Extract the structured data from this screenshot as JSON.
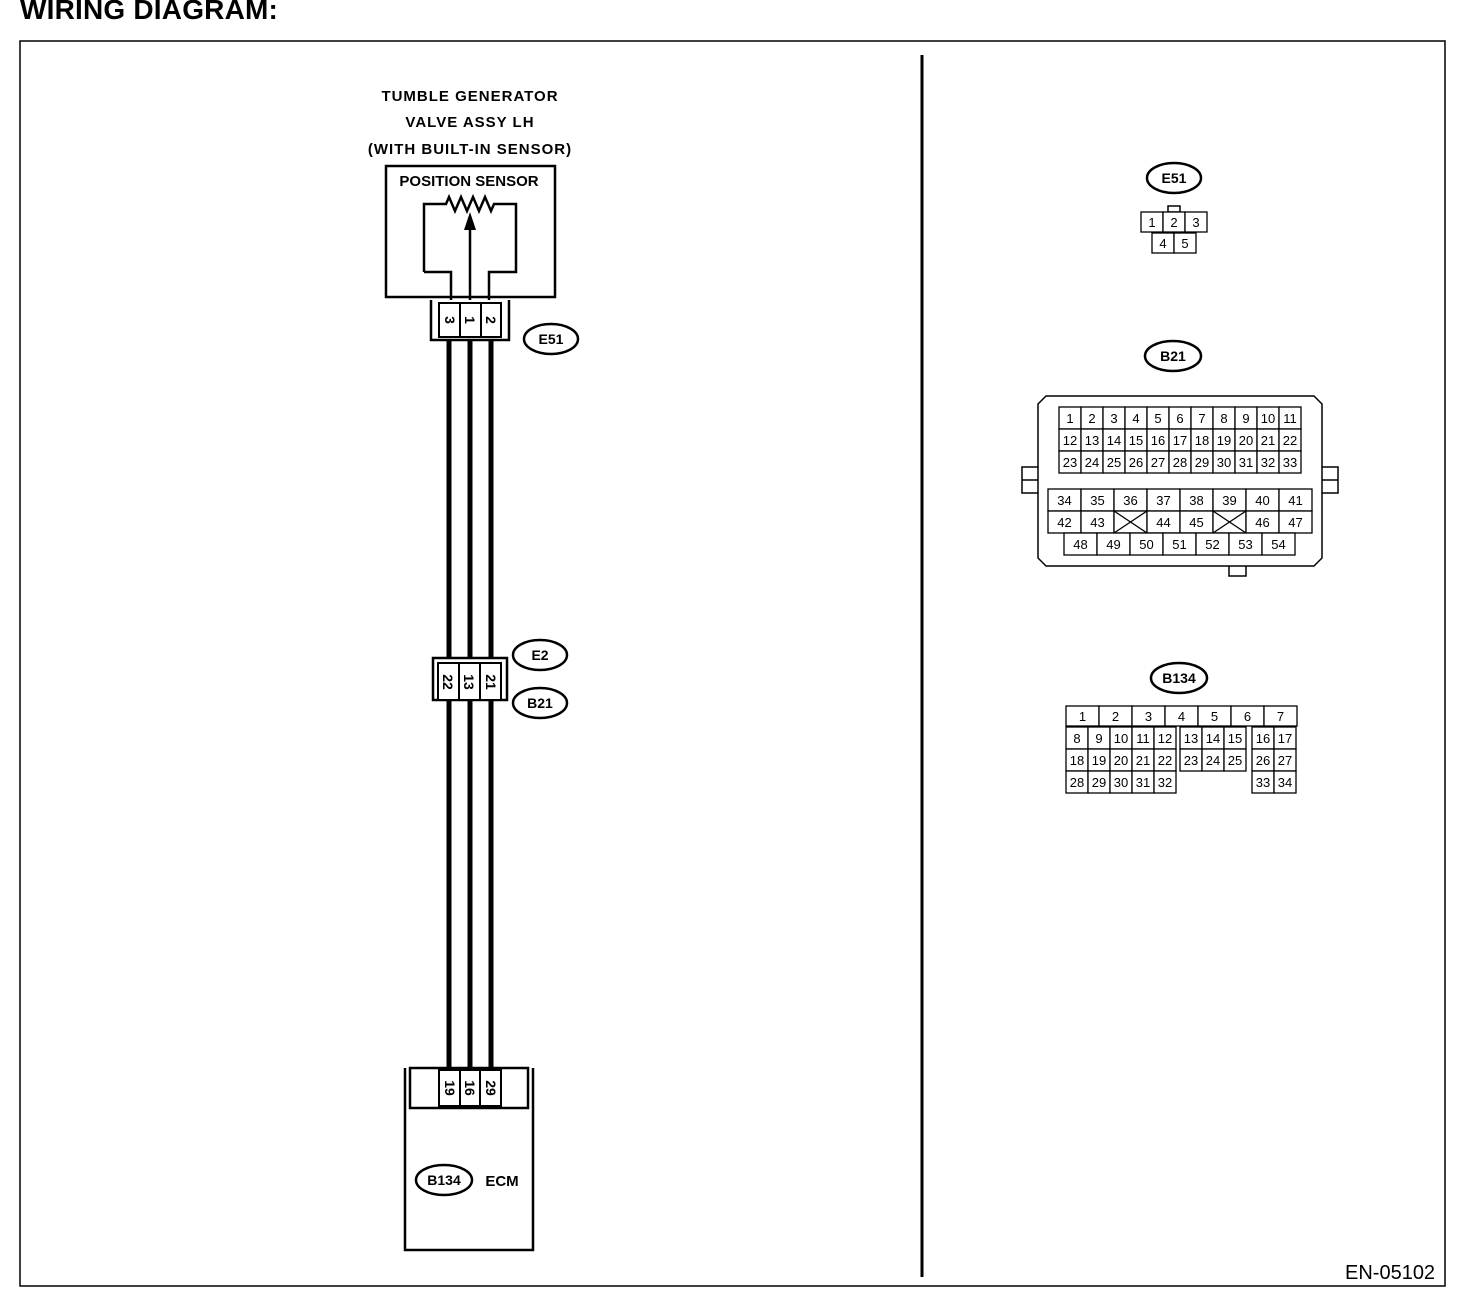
{
  "page_title": "WIRING DIAGRAM:",
  "figure_id": "EN-05102",
  "component": {
    "name_lines": [
      "TUMBLE GENERATOR",
      "VALVE ASSY LH",
      "(WITH BUILT-IN SENSOR)"
    ],
    "sensor_label": "POSITION SENSOR"
  },
  "connectors": {
    "e51": {
      "id": "E51",
      "pins": [
        "3",
        "1",
        "2"
      ]
    },
    "e2": {
      "id": "E2"
    },
    "b21": {
      "id": "B21",
      "pins": [
        "22",
        "13",
        "21"
      ]
    },
    "b134": {
      "id": "B134",
      "pins": [
        "19",
        "16",
        "29"
      ],
      "unit_label": "ECM"
    }
  },
  "faces": {
    "e51": {
      "id": "E51",
      "top_row": [
        "1",
        "2",
        "3"
      ],
      "bottom_row": [
        "4",
        "5"
      ]
    },
    "b21": {
      "id": "B21",
      "upper_rows": [
        [
          "1",
          "2",
          "3",
          "4",
          "5",
          "6",
          "7",
          "8",
          "9",
          "10",
          "11"
        ],
        [
          "12",
          "13",
          "14",
          "15",
          "16",
          "17",
          "18",
          "19",
          "20",
          "21",
          "22"
        ],
        [
          "23",
          "24",
          "25",
          "26",
          "27",
          "28",
          "29",
          "30",
          "31",
          "32",
          "33"
        ]
      ],
      "lower_rows": [
        [
          "34",
          "35",
          "36",
          "37",
          "38",
          "39",
          "40",
          "41"
        ],
        [
          "42",
          "43",
          "",
          "44",
          "45",
          "",
          "46",
          "47"
        ],
        [
          "48",
          "49",
          "50",
          "51",
          "52",
          "53",
          "54"
        ]
      ]
    },
    "b134": {
      "id": "B134",
      "top_row": [
        "1",
        "2",
        "3",
        "4",
        "5",
        "6",
        "7"
      ],
      "rows": [
        [
          "8",
          "9",
          "10",
          "11",
          "12",
          "13",
          "14",
          "15",
          "16",
          "17"
        ],
        [
          "18",
          "19",
          "20",
          "21",
          "22",
          "23",
          "24",
          "25",
          "26",
          "27"
        ],
        [
          "28",
          "29",
          "30",
          "31",
          "32",
          "",
          "",
          "",
          "33",
          "34"
        ]
      ]
    }
  }
}
